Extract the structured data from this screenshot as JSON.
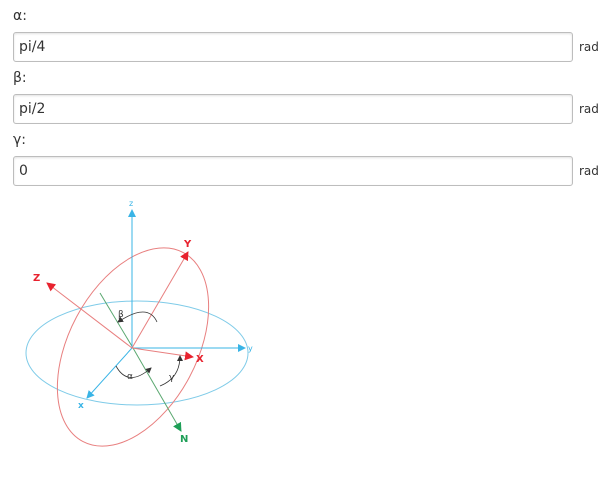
{
  "fields": [
    {
      "label": "α:",
      "value": "pi/4",
      "unit": "rad"
    },
    {
      "label": "β:",
      "value": "pi/2",
      "unit": "rad"
    },
    {
      "label": "γ:",
      "value": "0",
      "unit": "rad"
    }
  ],
  "diagram": {
    "fixed_axes": {
      "x": "x",
      "y": "y",
      "z": "z"
    },
    "rotated_axes": {
      "X": "X",
      "Y": "Y",
      "Z": "Z"
    },
    "node_line": "N",
    "angles": {
      "alpha": "α",
      "beta": "β",
      "gamma": "γ"
    },
    "colors": {
      "fixed": "#39b4e6",
      "rotated": "#e8222e",
      "rotated_line": "#e87f7f",
      "node": "#1e9f57",
      "node_line": "#5aa870",
      "angle": "#333333"
    }
  }
}
